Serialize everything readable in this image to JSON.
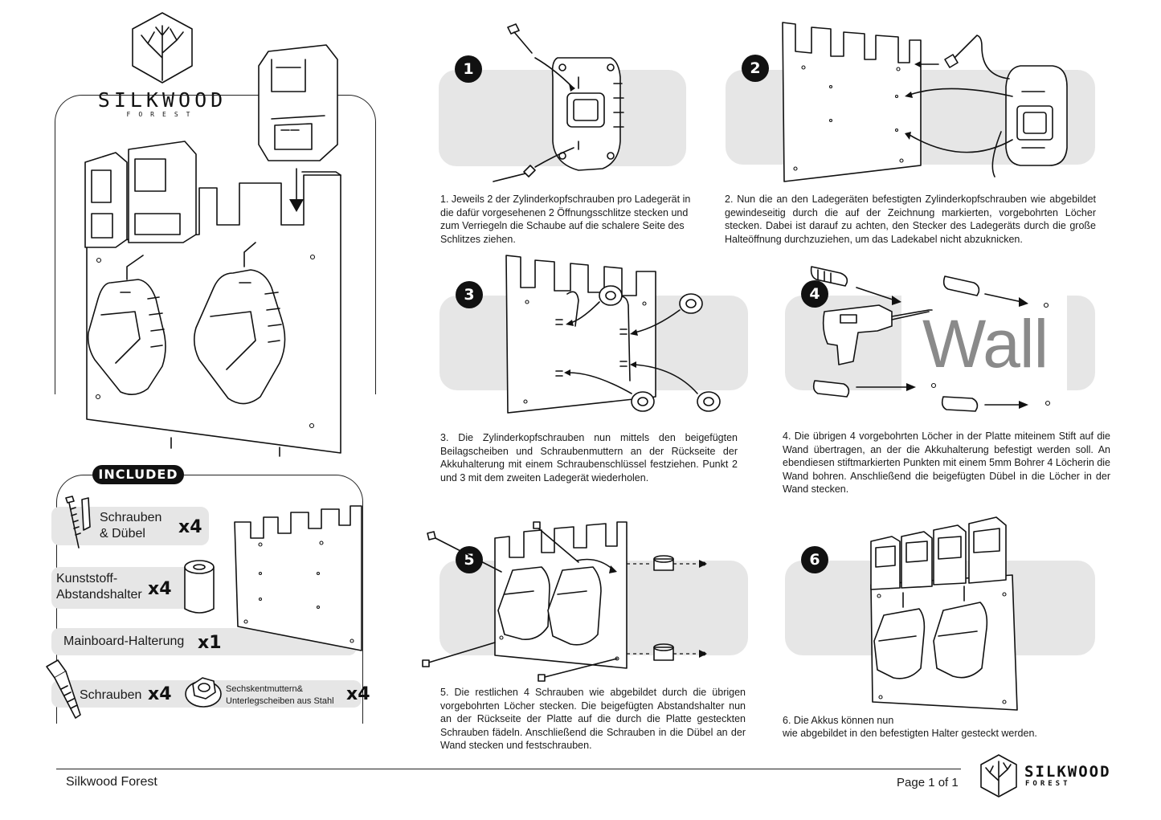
{
  "brand": {
    "name": "SILKWOOD",
    "sub": "FOREST"
  },
  "included": {
    "tag": "INCLUDED",
    "items": [
      {
        "label_line1": "Schrauben",
        "label_line2": "& Dübel",
        "qty": "x4"
      },
      {
        "label_line1": "Kunststoff-",
        "label_line2": "Abstandshalter",
        "qty": "x4"
      },
      {
        "label": "Mainboard-Halterung",
        "qty": "x1"
      },
      {
        "label": "Schrauben",
        "qty": "x4"
      },
      {
        "label_line1": "Sechskentmuttern&",
        "label_line2": "Unterlegscheiben aus Stahl",
        "qty": "x4"
      }
    ]
  },
  "steps": [
    {
      "num": "1",
      "text": "1. Jeweils 2 der Zylinderkopfschrauben pro Ladegerät in die dafür vorgesehenen 2 Öffnungsschlitze stecken und zum Verriegeln die Schaube auf die schalere Seite des Schlitzes ziehen."
    },
    {
      "num": "2",
      "text": "2. Nun die an den Ladegeräten befestigten Zylinderkopfschrauben wie abgebildet gewindeseitig durch die auf der Zeichnung markierten, vorgebohrten Löcher stecken. Dabei ist darauf zu achten, den Stecker des Ladegeräts durch die große Halteöffnung durchzuziehen, um das Ladekabel nicht abzuknicken."
    },
    {
      "num": "3",
      "text": "3. Die Zylinderkopfschrauben nun mittels den beigefügten Beilagscheiben und Schraubenmuttern an der Rückseite der Akkuhalterung mit einem Schraubenschlüssel festziehen. Punkt 2 und 3 mit dem zweiten Ladegerät wiederholen."
    },
    {
      "num": "4",
      "text": "4. Die übrigen 4 vorgebohrten Löcher in der Platte miteinem Stift auf die Wand übertragen, an der die Akkuhalterung befestigt werden soll. An ebendiesen stiftmarkierten Punkten mit einem 5mm Bohrer 4 Löcherin die Wand bohren. Anschließend die beigefügten Dübel in die Löcher in der Wand stecken.",
      "wall_label": "Wall"
    },
    {
      "num": "5",
      "text": "5. Die restlichen 4 Schrauben wie abgebildet durch die übrigen vorgebohrten Löcher stecken. Die beigefügten Abstandshalter nun an der Rückseite der Platte auf die durch die Platte gesteckten Schrauben fädeln. Anschließend die Schrauben in die Dübel an der Wand stecken und festschrauben."
    },
    {
      "num": "6",
      "text_line1": "6. Die Akkus können nun",
      "text_line2": "wie abgebildet in den befestigten Halter gesteckt werden."
    }
  ],
  "footer": {
    "left": "Silkwood Forest",
    "page": "Page 1 of 1",
    "brand": "SILKWOOD",
    "brand_sub": "FOREST"
  }
}
